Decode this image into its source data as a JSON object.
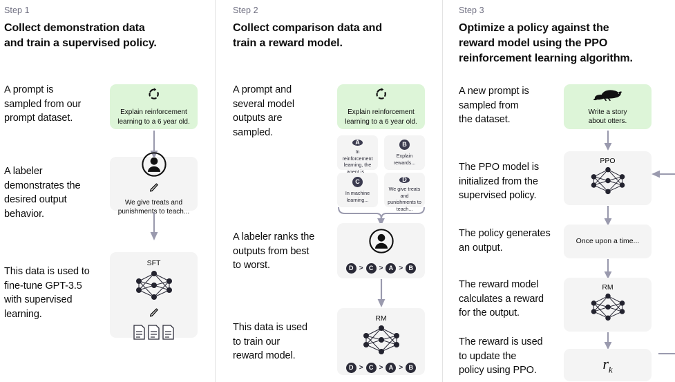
{
  "theme": {
    "background": "#ffffff",
    "card_gray": "#f4f4f4",
    "card_green": "#ddf5d8",
    "arrow_gray": "#9a9aae",
    "chip_dark": "#3b3b4f",
    "divider": "#e3e3e3",
    "text": "#0d0d0d",
    "muted_text": "#6e6e80"
  },
  "columns": [
    {
      "step_label": "Step 1",
      "title_lines": [
        "Collect demonstration data",
        "and train a supervised policy."
      ],
      "descriptions": [
        "A prompt is\nsampled from our\nprompt dataset.",
        "A labeler\ndemonstrates the\ndesired output\nbehavior.",
        "This data is used to\nfine-tune GPT-3.5\nwith supervised\nlearning."
      ],
      "prompt_card": {
        "icon": "cycle-arrows-icon",
        "text": "Explain reinforcement\nlearning to a 6 year old."
      },
      "labeler_card": {
        "icon_person": "person-circle-icon",
        "icon_pencil": "pencil-icon",
        "text": "We give treats and\npunishments to teach..."
      },
      "model_card": {
        "model_label": "SFT",
        "icon_network": "neural-network-icon",
        "icon_pencil": "pencil-icon",
        "icon_documents": "documents-icon"
      }
    },
    {
      "step_label": "Step 2",
      "title_lines": [
        "Collect comparison data and",
        "train a reward model."
      ],
      "descriptions": [
        "A prompt and\nseveral model\noutputs are\nsampled.",
        "A labeler ranks the\noutputs from best\nto worst.",
        "This data is used\nto train our\nreward model."
      ],
      "prompt_card": {
        "icon": "cycle-arrows-icon",
        "text": "Explain reinforcement\nlearning to a 6 year old."
      },
      "outputs": [
        {
          "letter": "A",
          "text": "In reinforcement\nlearning, the\nagent is..."
        },
        {
          "letter": "B",
          "text": "Explain rewards..."
        },
        {
          "letter": "C",
          "text": "In machine\nlearning..."
        },
        {
          "letter": "D",
          "text": "We give treats and\npunishments to\nteach..."
        }
      ],
      "ranking_card": {
        "icon_person": "person-circle-icon",
        "ranking": [
          "D",
          "C",
          "A",
          "B"
        ],
        "separator": ">"
      },
      "reward_card": {
        "model_label": "RM",
        "icon_network": "neural-network-icon",
        "ranking": [
          "D",
          "C",
          "A",
          "B"
        ],
        "separator": ">"
      }
    },
    {
      "step_label": "Step 3",
      "title_lines": [
        "Optimize a policy against the",
        "reward model using the PPO",
        "reinforcement learning algorithm."
      ],
      "descriptions": [
        "A new prompt is\nsampled from\nthe dataset.",
        "The PPO model is\ninitialized from the\nsupervised policy.",
        "The policy generates\nan output.",
        "The reward model\ncalculates a reward\nfor the output.",
        "The reward is used\nto update the\npolicy using PPO."
      ],
      "prompt_card": {
        "icon": "otter-icon",
        "text": "Write a story\nabout otters."
      },
      "ppo_card": {
        "model_label": "PPO",
        "icon_network": "neural-network-icon"
      },
      "output_card": {
        "text": "Once upon a time..."
      },
      "rm_card": {
        "model_label": "RM",
        "icon_network": "neural-network-icon"
      },
      "reward_card": {
        "symbol": "r",
        "subscript": "k"
      }
    }
  ]
}
